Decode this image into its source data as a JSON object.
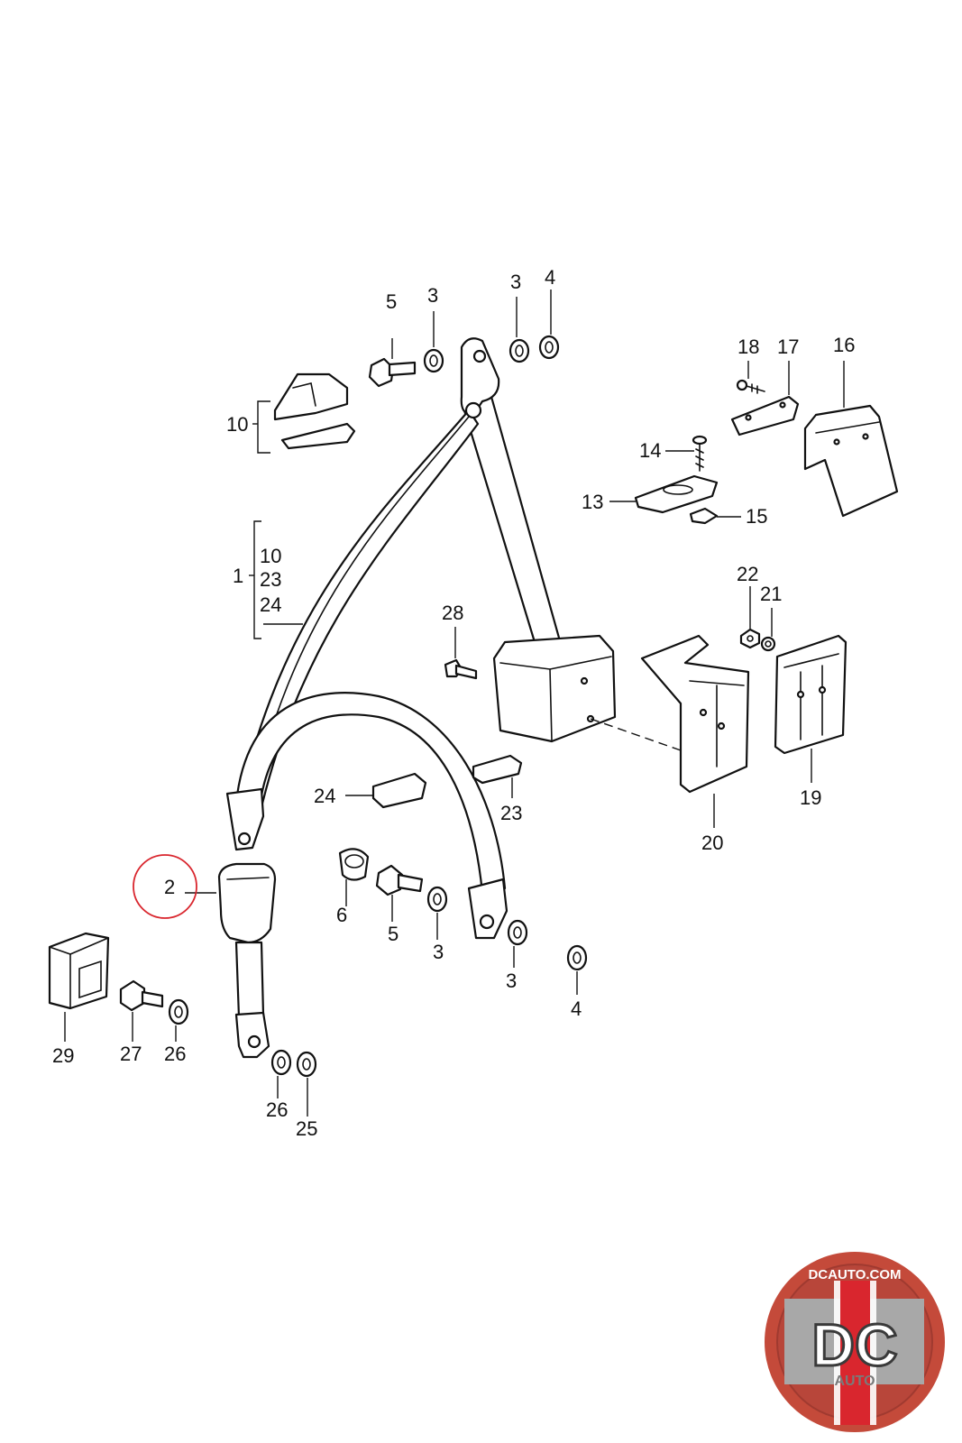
{
  "callouts": {
    "c1": "1",
    "c2": "2",
    "c3a": "3",
    "c3b": "3",
    "c3c": "3",
    "c3d": "3",
    "c4a": "4",
    "c4b": "4",
    "c5a": "5",
    "c5b": "5",
    "c6": "6",
    "c10a": "10",
    "c10b": "10",
    "c13": "13",
    "c14": "14",
    "c15": "15",
    "c16": "16",
    "c17": "17",
    "c18": "18",
    "c19": "19",
    "c20": "20",
    "c21": "21",
    "c22": "22",
    "c23a": "23",
    "c23b": "23",
    "c24a": "24",
    "c24b": "24",
    "c25": "25",
    "c26a": "26",
    "c26b": "26",
    "c27": "27",
    "c28": "28",
    "c29": "29"
  },
  "highlight": {
    "part": "2",
    "color": "#d9262e"
  },
  "logo": {
    "top_text": "DCAUTO.COM",
    "main_text": "DC",
    "sub_text": "AUTO",
    "colors": {
      "ring": "#c44a3a",
      "panel": "#9a9a9a",
      "dark": "#3a3a3a"
    }
  }
}
